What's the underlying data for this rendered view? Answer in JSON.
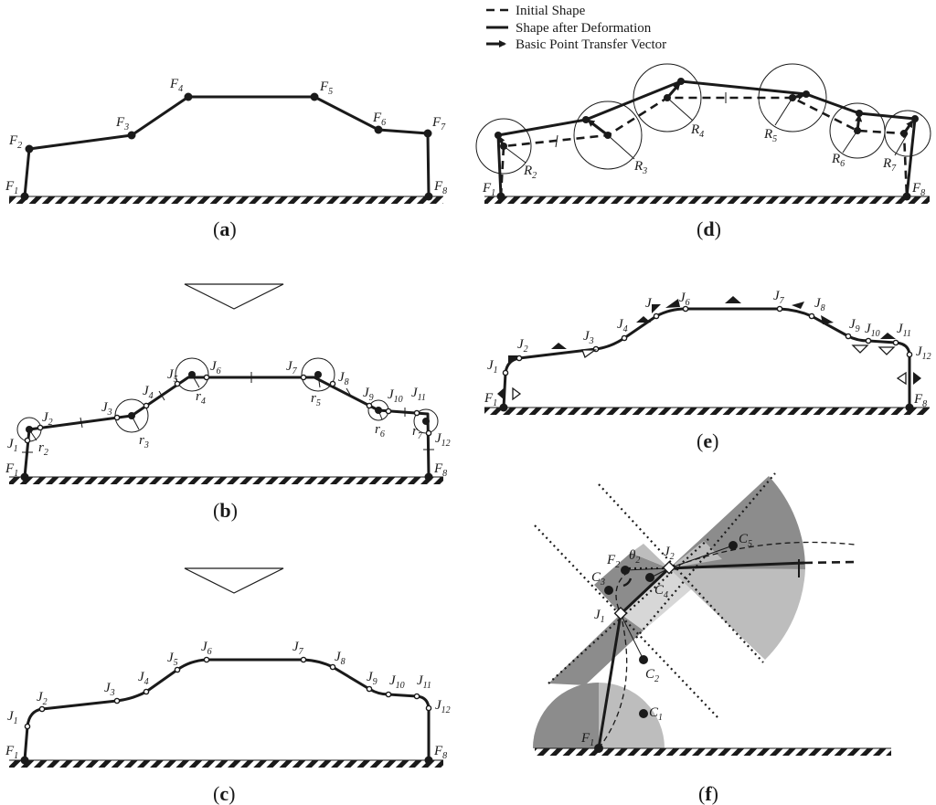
{
  "legend": {
    "initial_shape": "Initial Shape",
    "deformed_shape": "Shape after Deformation",
    "transfer_vector": "Basic Point Transfer Vector"
  },
  "captions": {
    "a": {
      "open": "(",
      "letter": "a",
      "close": ")"
    },
    "b": {
      "open": "(",
      "letter": "b",
      "close": ")"
    },
    "c": {
      "open": "(",
      "letter": "c",
      "close": ")"
    },
    "d": {
      "open": "(",
      "letter": "d",
      "close": ")"
    },
    "e": {
      "open": "(",
      "letter": "e",
      "close": ")"
    },
    "f": {
      "open": "(",
      "letter": "f",
      "close": ")"
    }
  },
  "sym": {
    "F": "F",
    "J": "J",
    "R": "R",
    "r": "r",
    "C": "C",
    "theta": "θ",
    "n1": "1",
    "n2": "2",
    "n3": "3",
    "n4": "4",
    "n5": "5",
    "n6": "6",
    "n7": "7",
    "n8": "8",
    "n9": "9",
    "n10": "10",
    "n11": "11",
    "n12": "12"
  }
}
